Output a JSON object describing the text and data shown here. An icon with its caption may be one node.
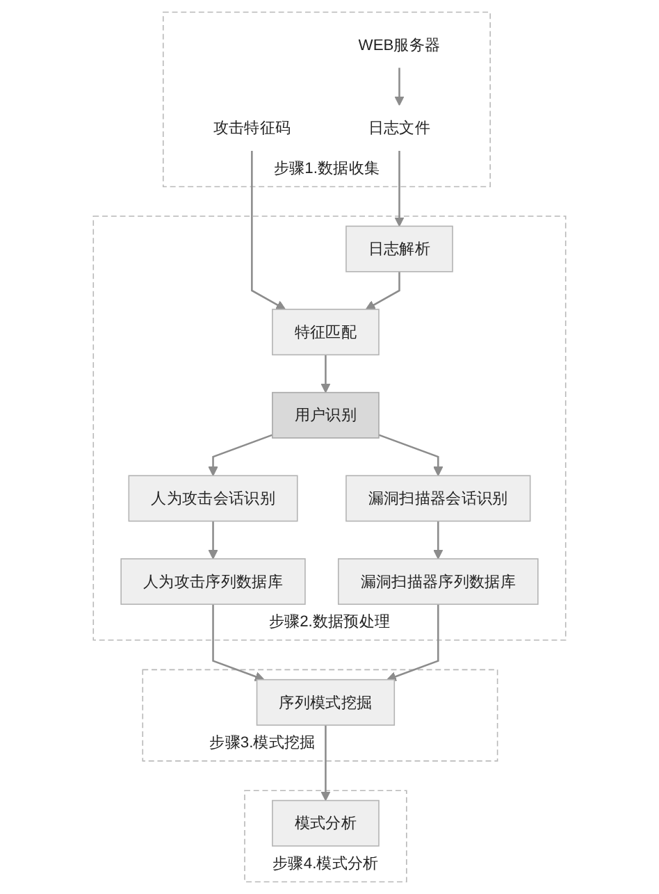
{
  "diagram": {
    "nodes": [
      {
        "text": [
          "步骤1.数据收集"
        ]
      },
      {
        "text": [
          "WEB服务器"
        ],
        "in": 0
      },
      {
        "text": [
          "日志文件"
        ],
        "in": 0
      },
      {
        "text": [
          "攻击特征码"
        ],
        "in": 0
      },
      {
        "text": [
          "步骤2.数据预处理"
        ]
      },
      {
        "text": [
          "日志解析"
        ],
        "in": 4
      },
      {
        "text": [
          "特征匹配"
        ],
        "in": 4
      },
      {
        "text": [
          "用户识别"
        ],
        "in": 4
      },
      {
        "text": [
          "人为攻击会话识别"
        ],
        "in": 4
      },
      {
        "text": [
          "漏洞扫描器会话识别"
        ],
        "in": 4
      },
      {
        "text": [
          "人为攻击序列数据库"
        ],
        "in": 4
      },
      {
        "text": [
          "漏洞扫描器序列数据库"
        ],
        "in": 4
      },
      {
        "text": [
          "步骤3.模式挖掘"
        ]
      },
      {
        "text": [
          "序列模式挖掘"
        ],
        "in": 12
      },
      {
        "text": [
          "步骤4.模式分析"
        ]
      },
      {
        "text": [
          "模式分析"
        ],
        "in": 14
      }
    ],
    "edges": [
      {
        "from": 1,
        "to": 2,
        "arrow": "to"
      },
      {
        "from": 2,
        "to": 5,
        "arrow": "to"
      },
      {
        "from": 3,
        "to": 6,
        "arrow": "to"
      },
      {
        "from": 5,
        "to": 6,
        "arrow": "to"
      },
      {
        "from": 6,
        "to": 7,
        "arrow": "to"
      },
      {
        "from": 7,
        "to": 8,
        "arrow": "to"
      },
      {
        "from": 7,
        "to": 9,
        "arrow": "to"
      },
      {
        "from": 8,
        "to": 10,
        "arrow": "to"
      },
      {
        "from": 9,
        "to": 11,
        "arrow": "to"
      },
      {
        "from": 10,
        "to": 13,
        "arrow": "to"
      },
      {
        "from": 11,
        "to": 13,
        "arrow": "to"
      },
      {
        "from": 13,
        "to": 15,
        "arrow": "to"
      }
    ]
  }
}
